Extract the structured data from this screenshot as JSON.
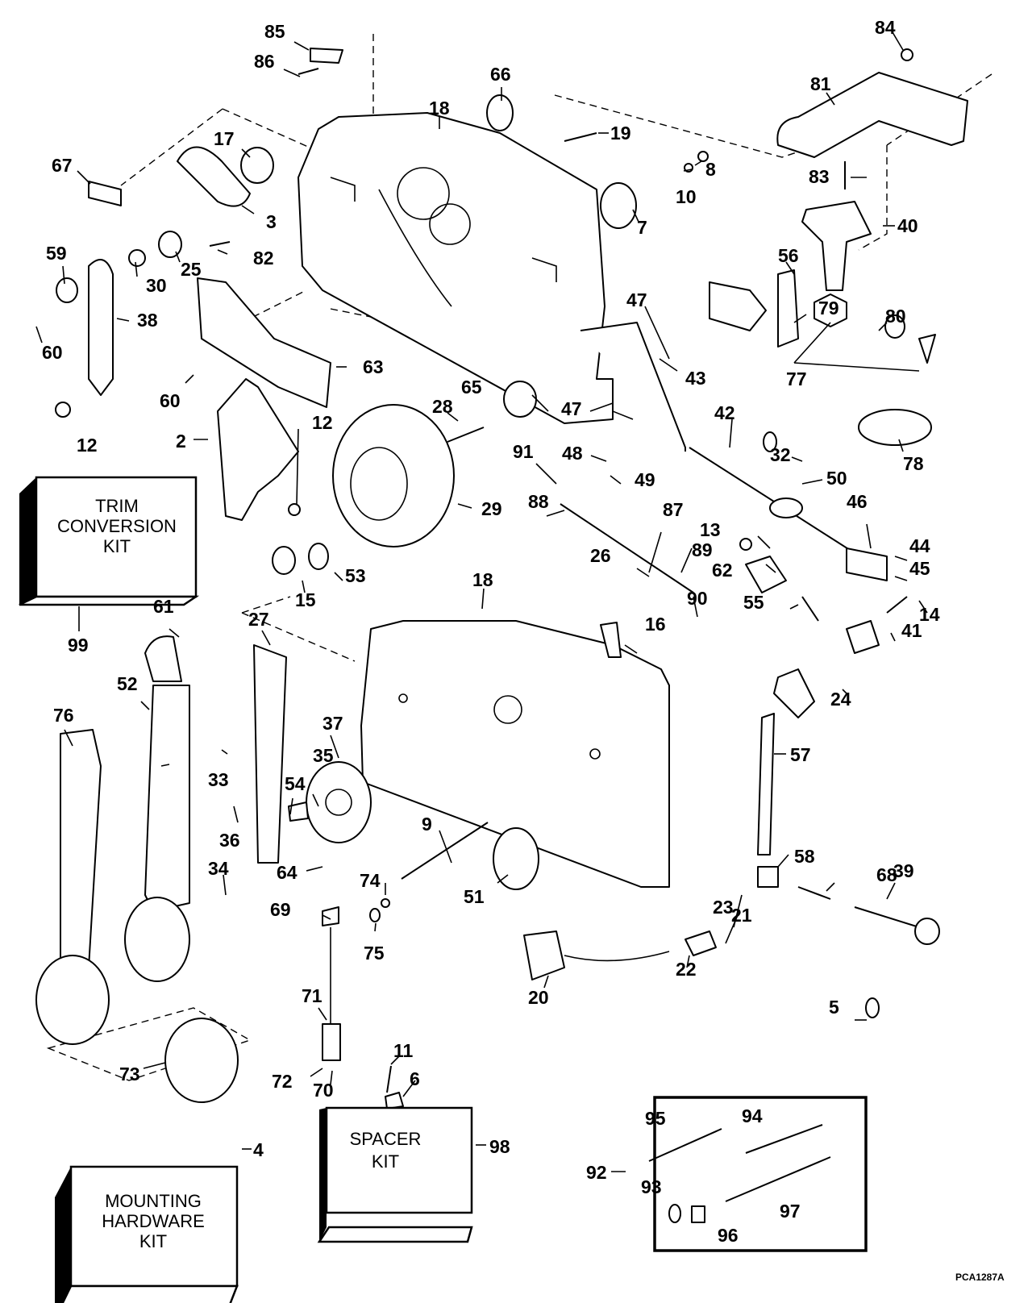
{
  "diagram": {
    "code": "PCA1287A",
    "kits": {
      "trim_conversion": {
        "lines": [
          "TRIM",
          "CONVERSION",
          "KIT"
        ],
        "callout": "99"
      },
      "mounting_hardware": {
        "lines": [
          "MOUNTING",
          "HARDWARE",
          "KIT"
        ],
        "callout": "4"
      },
      "spacer": {
        "lines": [
          "SPACER",
          "KIT"
        ],
        "callout": "98"
      }
    },
    "bolt_kit": {
      "callout": "92",
      "items": [
        "95",
        "94",
        "93",
        "96",
        "97"
      ]
    },
    "callouts": {
      "c85": "85",
      "c86": "86",
      "c18a": "18",
      "c66": "66",
      "c84": "84",
      "c81": "81",
      "c19": "19",
      "c17": "17",
      "c67": "67",
      "c3": "3",
      "c8": "8",
      "c10": "10",
      "c7": "7",
      "c83": "83",
      "c40": "40",
      "c59": "59",
      "c30": "30",
      "c25": "25",
      "c82": "82",
      "c56": "56",
      "c38": "38",
      "c60a": "60",
      "c60b": "60",
      "c63": "63",
      "c47a": "47",
      "c43": "43",
      "c79": "79",
      "c80": "80",
      "c77": "77",
      "c65": "65",
      "c28": "28",
      "c47b": "47",
      "c42": "42",
      "c12a": "12",
      "c2": "2",
      "c12b": "12",
      "c91": "91",
      "c48": "48",
      "c49": "49",
      "c32": "32",
      "c78": "78",
      "c50": "50",
      "c29": "29",
      "c88": "88",
      "c87": "87",
      "c46": "46",
      "c13": "13",
      "c89": "89",
      "c44": "44",
      "c45": "45",
      "c62": "62",
      "c53": "53",
      "c15": "15",
      "c18b": "18",
      "c26": "26",
      "c90": "90",
      "c55": "55",
      "c14": "14",
      "c16": "16",
      "c41": "41",
      "c61": "61",
      "c27": "27",
      "c24": "24",
      "c52": "52",
      "c76": "76",
      "c37": "37",
      "c57": "57",
      "c35": "35",
      "c33": "33",
      "c54": "54",
      "c36": "36",
      "c9": "9",
      "c58": "58",
      "c68": "68",
      "c39": "39",
      "c34": "34",
      "c64": "64",
      "c51": "51",
      "c74": "74",
      "c23": "23",
      "c69": "69",
      "c21": "21",
      "c75": "75",
      "c22": "22",
      "c20": "20",
      "c5": "5",
      "c71": "71",
      "c11": "11",
      "c73": "73",
      "c72": "72",
      "c70": "70",
      "c6": "6",
      "c95": "95",
      "c94": "94",
      "c93": "93",
      "c96": "96",
      "c97": "97"
    }
  }
}
